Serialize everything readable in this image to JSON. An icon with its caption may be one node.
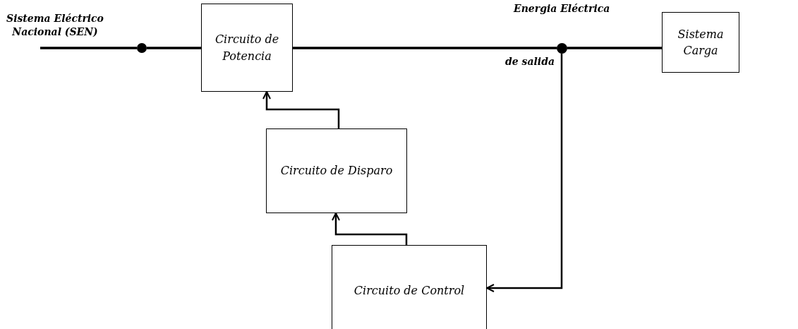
{
  "diagram": {
    "nodes": [
      {
        "text": [
          "Sistema Eléctrico Nacional (SEN)"
        ]
      },
      {
        "text": [],
        "shape": "circle"
      },
      {
        "text": [
          "Circuito de Potencia"
        ]
      },
      {
        "text": [],
        "shape": "circle",
        "beside": [
          "Energia Eléctrica",
          "de salida"
        ]
      },
      {
        "text": [
          "Sistema Carga"
        ]
      },
      {
        "text": [
          "Circuito de Disparo"
        ]
      },
      {
        "text": [
          "Circuito de Control"
        ]
      }
    ],
    "edges": [
      {
        "from": 0,
        "to": 1,
        "arrow": "none"
      },
      {
        "from": 1,
        "to": 2,
        "arrow": "none"
      },
      {
        "from": 2,
        "to": 3,
        "arrow": "none"
      },
      {
        "from": 3,
        "to": 4,
        "arrow": "none"
      },
      {
        "from": 3,
        "to": 6,
        "arrow": "to"
      },
      {
        "from": 5,
        "to": 2,
        "arrow": "to"
      },
      {
        "from": 6,
        "to": 5,
        "arrow": "to"
      }
    ]
  }
}
